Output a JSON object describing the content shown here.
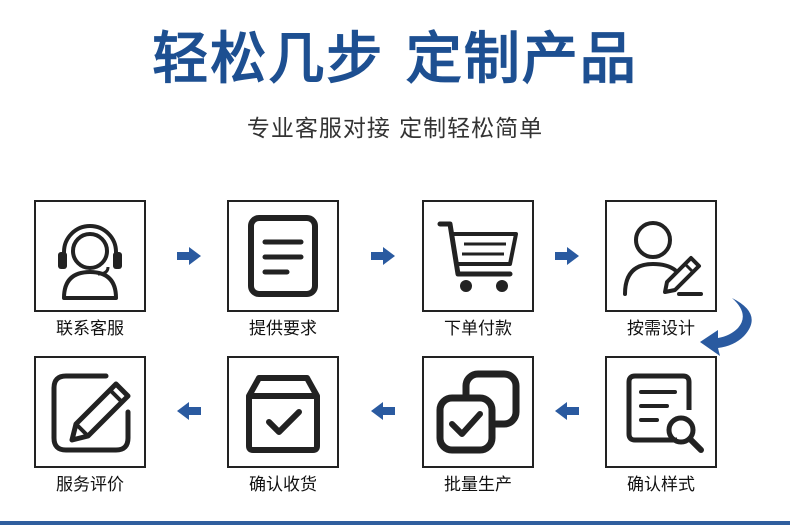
{
  "header": {
    "title": "轻松几步 定制产品",
    "subtitle": "专业客服对接 定制轻松简单"
  },
  "steps": [
    {
      "label": "联系客服",
      "icon": "headset-person-icon"
    },
    {
      "label": "提供要求",
      "icon": "document-lines-icon"
    },
    {
      "label": "下单付款",
      "icon": "shopping-cart-icon"
    },
    {
      "label": "按需设计",
      "icon": "person-pencil-icon"
    },
    {
      "label": "确认样式",
      "icon": "document-magnifier-icon"
    },
    {
      "label": "批量生产",
      "icon": "stacked-squares-check-icon"
    },
    {
      "label": "确认收货",
      "icon": "box-check-icon"
    },
    {
      "label": "服务评价",
      "icon": "pencil-edit-icon"
    }
  ],
  "colors": {
    "title": "#1d4f91",
    "arrow": "#2a5aa0",
    "border": "#222222"
  }
}
